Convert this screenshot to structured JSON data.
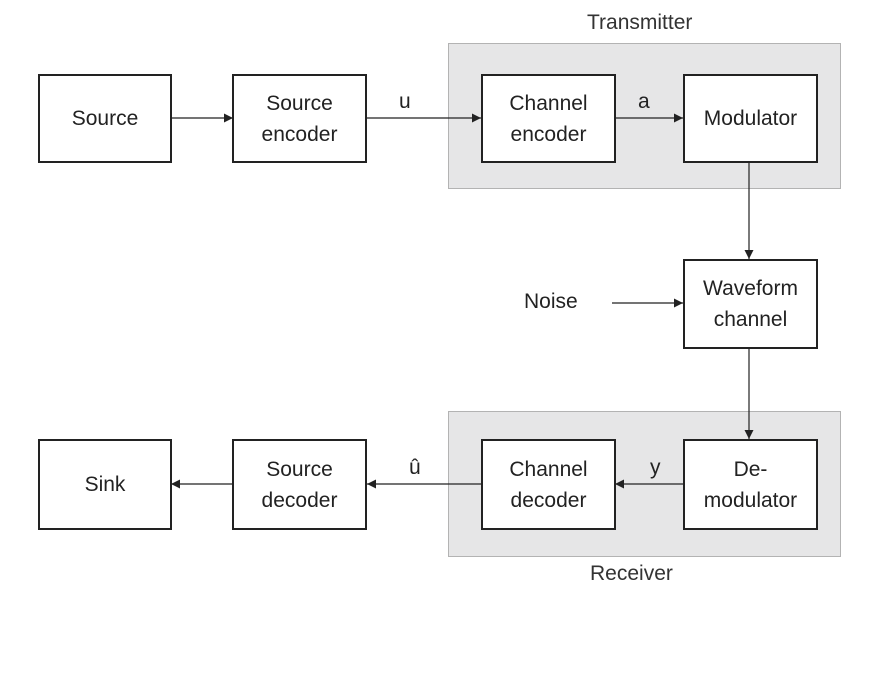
{
  "groups": {
    "transmitter": "Transmitter",
    "receiver": "Receiver"
  },
  "blocks": {
    "source": "Source",
    "source_encoder": "Source\nencoder",
    "channel_encoder": "Channel\nencoder",
    "modulator": "Modulator",
    "waveform_channel": "Waveform\nchannel",
    "demodulator": "De-\nmodulator",
    "channel_decoder": "Channel\ndecoder",
    "source_decoder": "Source\ndecoder",
    "sink": "Sink"
  },
  "signals": {
    "u": "u",
    "a": "a",
    "noise": "Noise",
    "y": "y",
    "u_hat": "û"
  }
}
